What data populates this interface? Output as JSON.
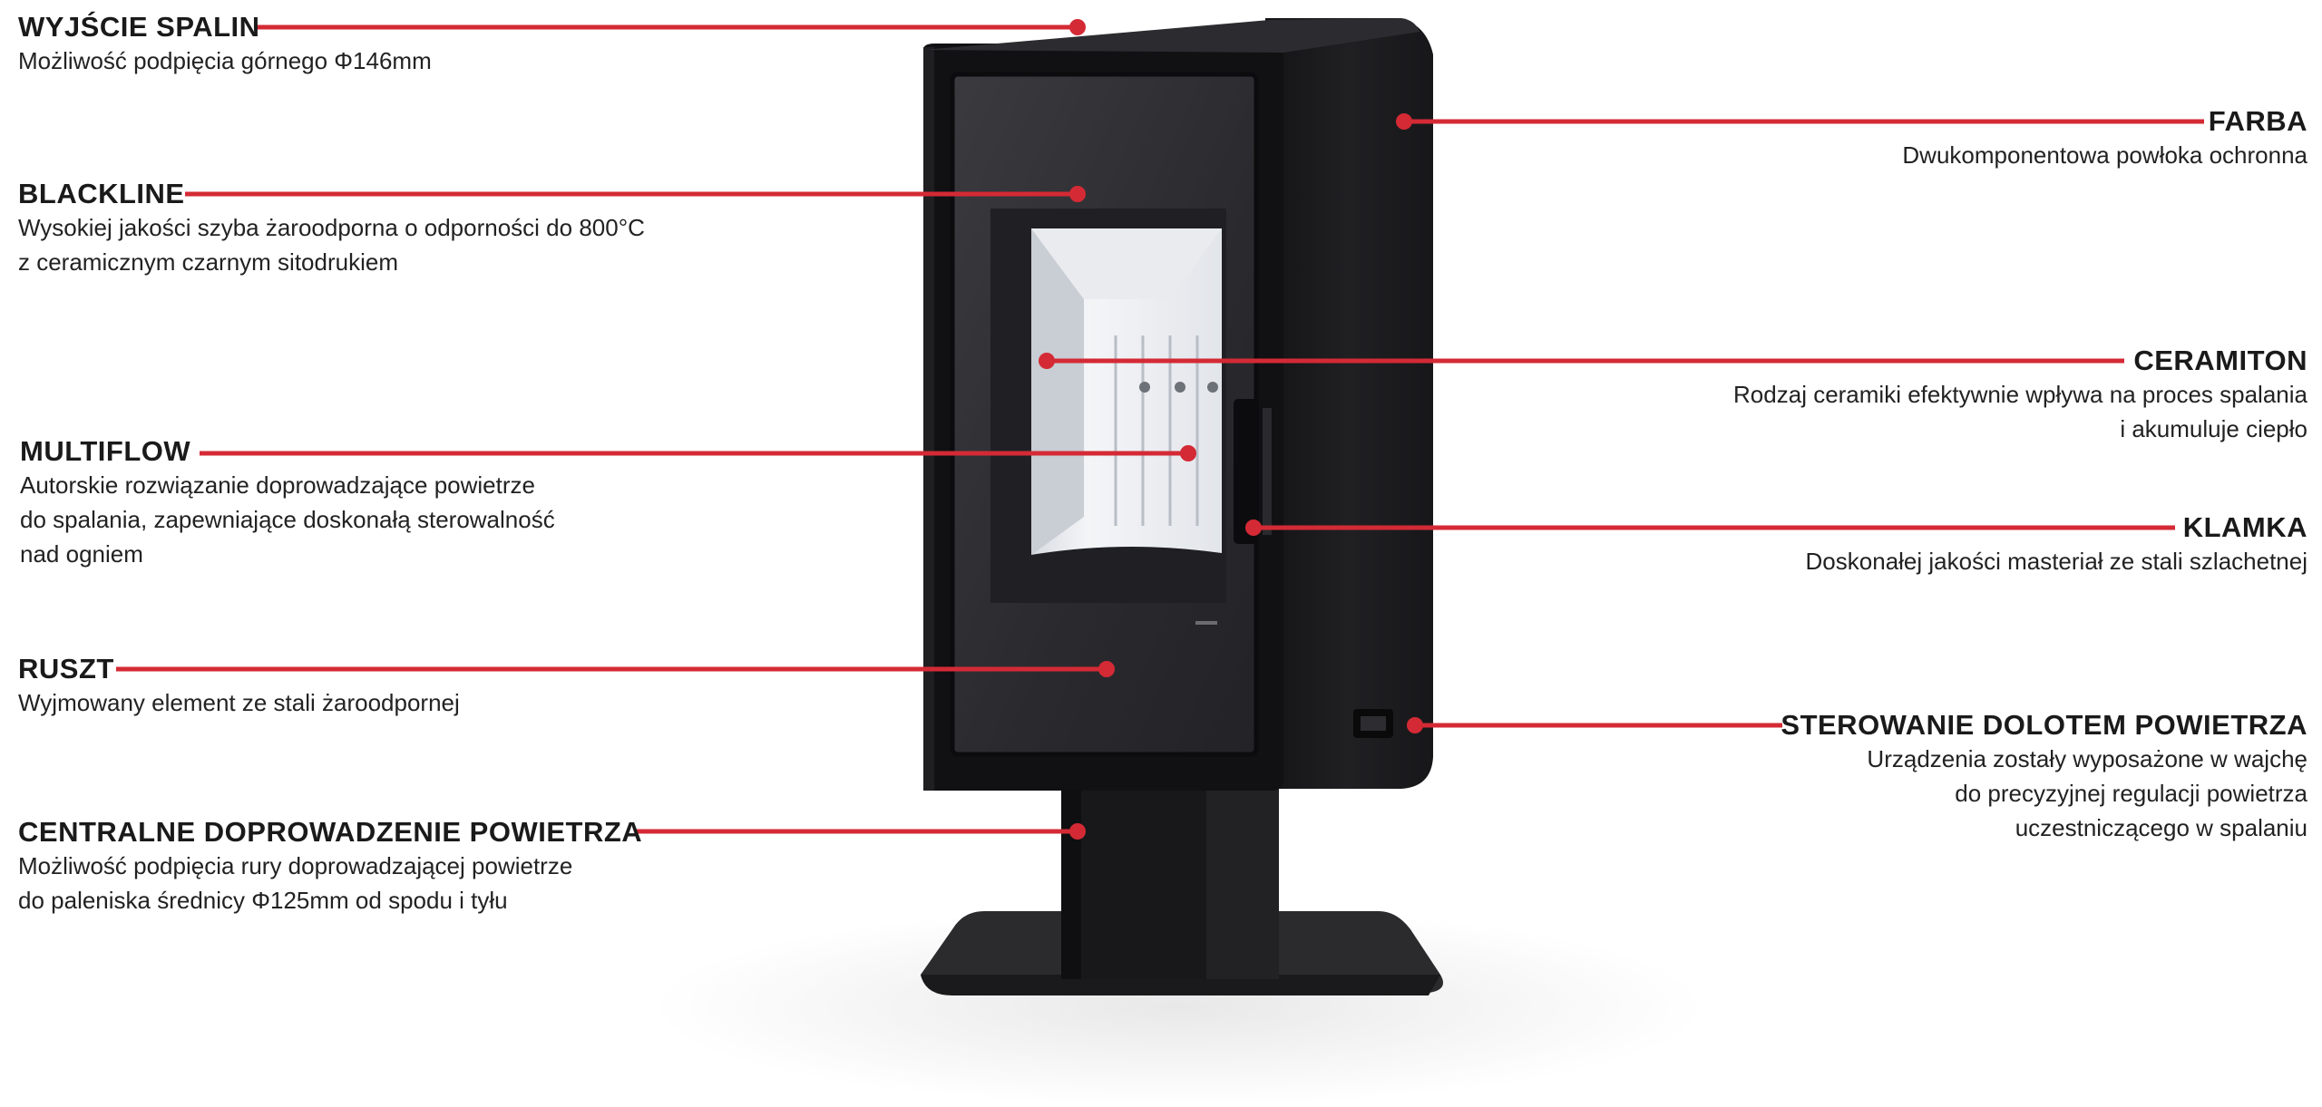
{
  "accent_color": "#d42a35",
  "stove_color": "#1b1b1d",
  "callouts": [
    {
      "id": "wyjscie-spalin",
      "side": "left",
      "title": "WYJŚCIE SPALIN",
      "lines": [
        "Możliwość podpięcia górnego Φ146mm"
      ]
    },
    {
      "id": "blackline",
      "side": "left",
      "title": "BLACKLINE",
      "lines": [
        "Wysokiej jakości szyba żaroodporna o odporności do 800°C",
        "z ceramicznym czarnym sitodrukiem"
      ]
    },
    {
      "id": "multiflow",
      "side": "left",
      "title": "MULTIFLOW",
      "lines": [
        "Autorskie rozwiązanie doprowadzające powietrze",
        "do spalania, zapewniające doskonałą sterowalność",
        "nad ogniem"
      ]
    },
    {
      "id": "ruszt",
      "side": "left",
      "title": "RUSZT",
      "lines": [
        "Wyjmowany element ze stali żaroodpornej"
      ]
    },
    {
      "id": "centralne",
      "side": "left",
      "title": "CENTRALNE DOPROWADZENIE POWIETRZA",
      "lines": [
        "Możliwość podpięcia rury doprowadzającej powietrze",
        "do paleniska średnicy Φ125mm od spodu i tyłu"
      ]
    },
    {
      "id": "farba",
      "side": "right",
      "title": "FARBA",
      "lines": [
        "Dwukomponentowa powłoka ochronna"
      ]
    },
    {
      "id": "ceramiton",
      "side": "right",
      "title": "CERAMITON",
      "lines": [
        "Rodzaj ceramiki efektywnie wpływa na proces spalania",
        "i akumuluje ciepło"
      ]
    },
    {
      "id": "klamka",
      "side": "right",
      "title": "KLAMKA",
      "lines": [
        "Doskonałej jakości masteriał ze stali szlachetnej"
      ]
    },
    {
      "id": "sterowanie",
      "side": "right",
      "title": "STEROWANIE DOLOTEM POWIETRZA",
      "lines": [
        "Urządzenia zostały wyposażone w wajchę",
        "do precyzyjnej regulacji powietrza",
        "uczestniczącego w spalaniu"
      ]
    }
  ]
}
